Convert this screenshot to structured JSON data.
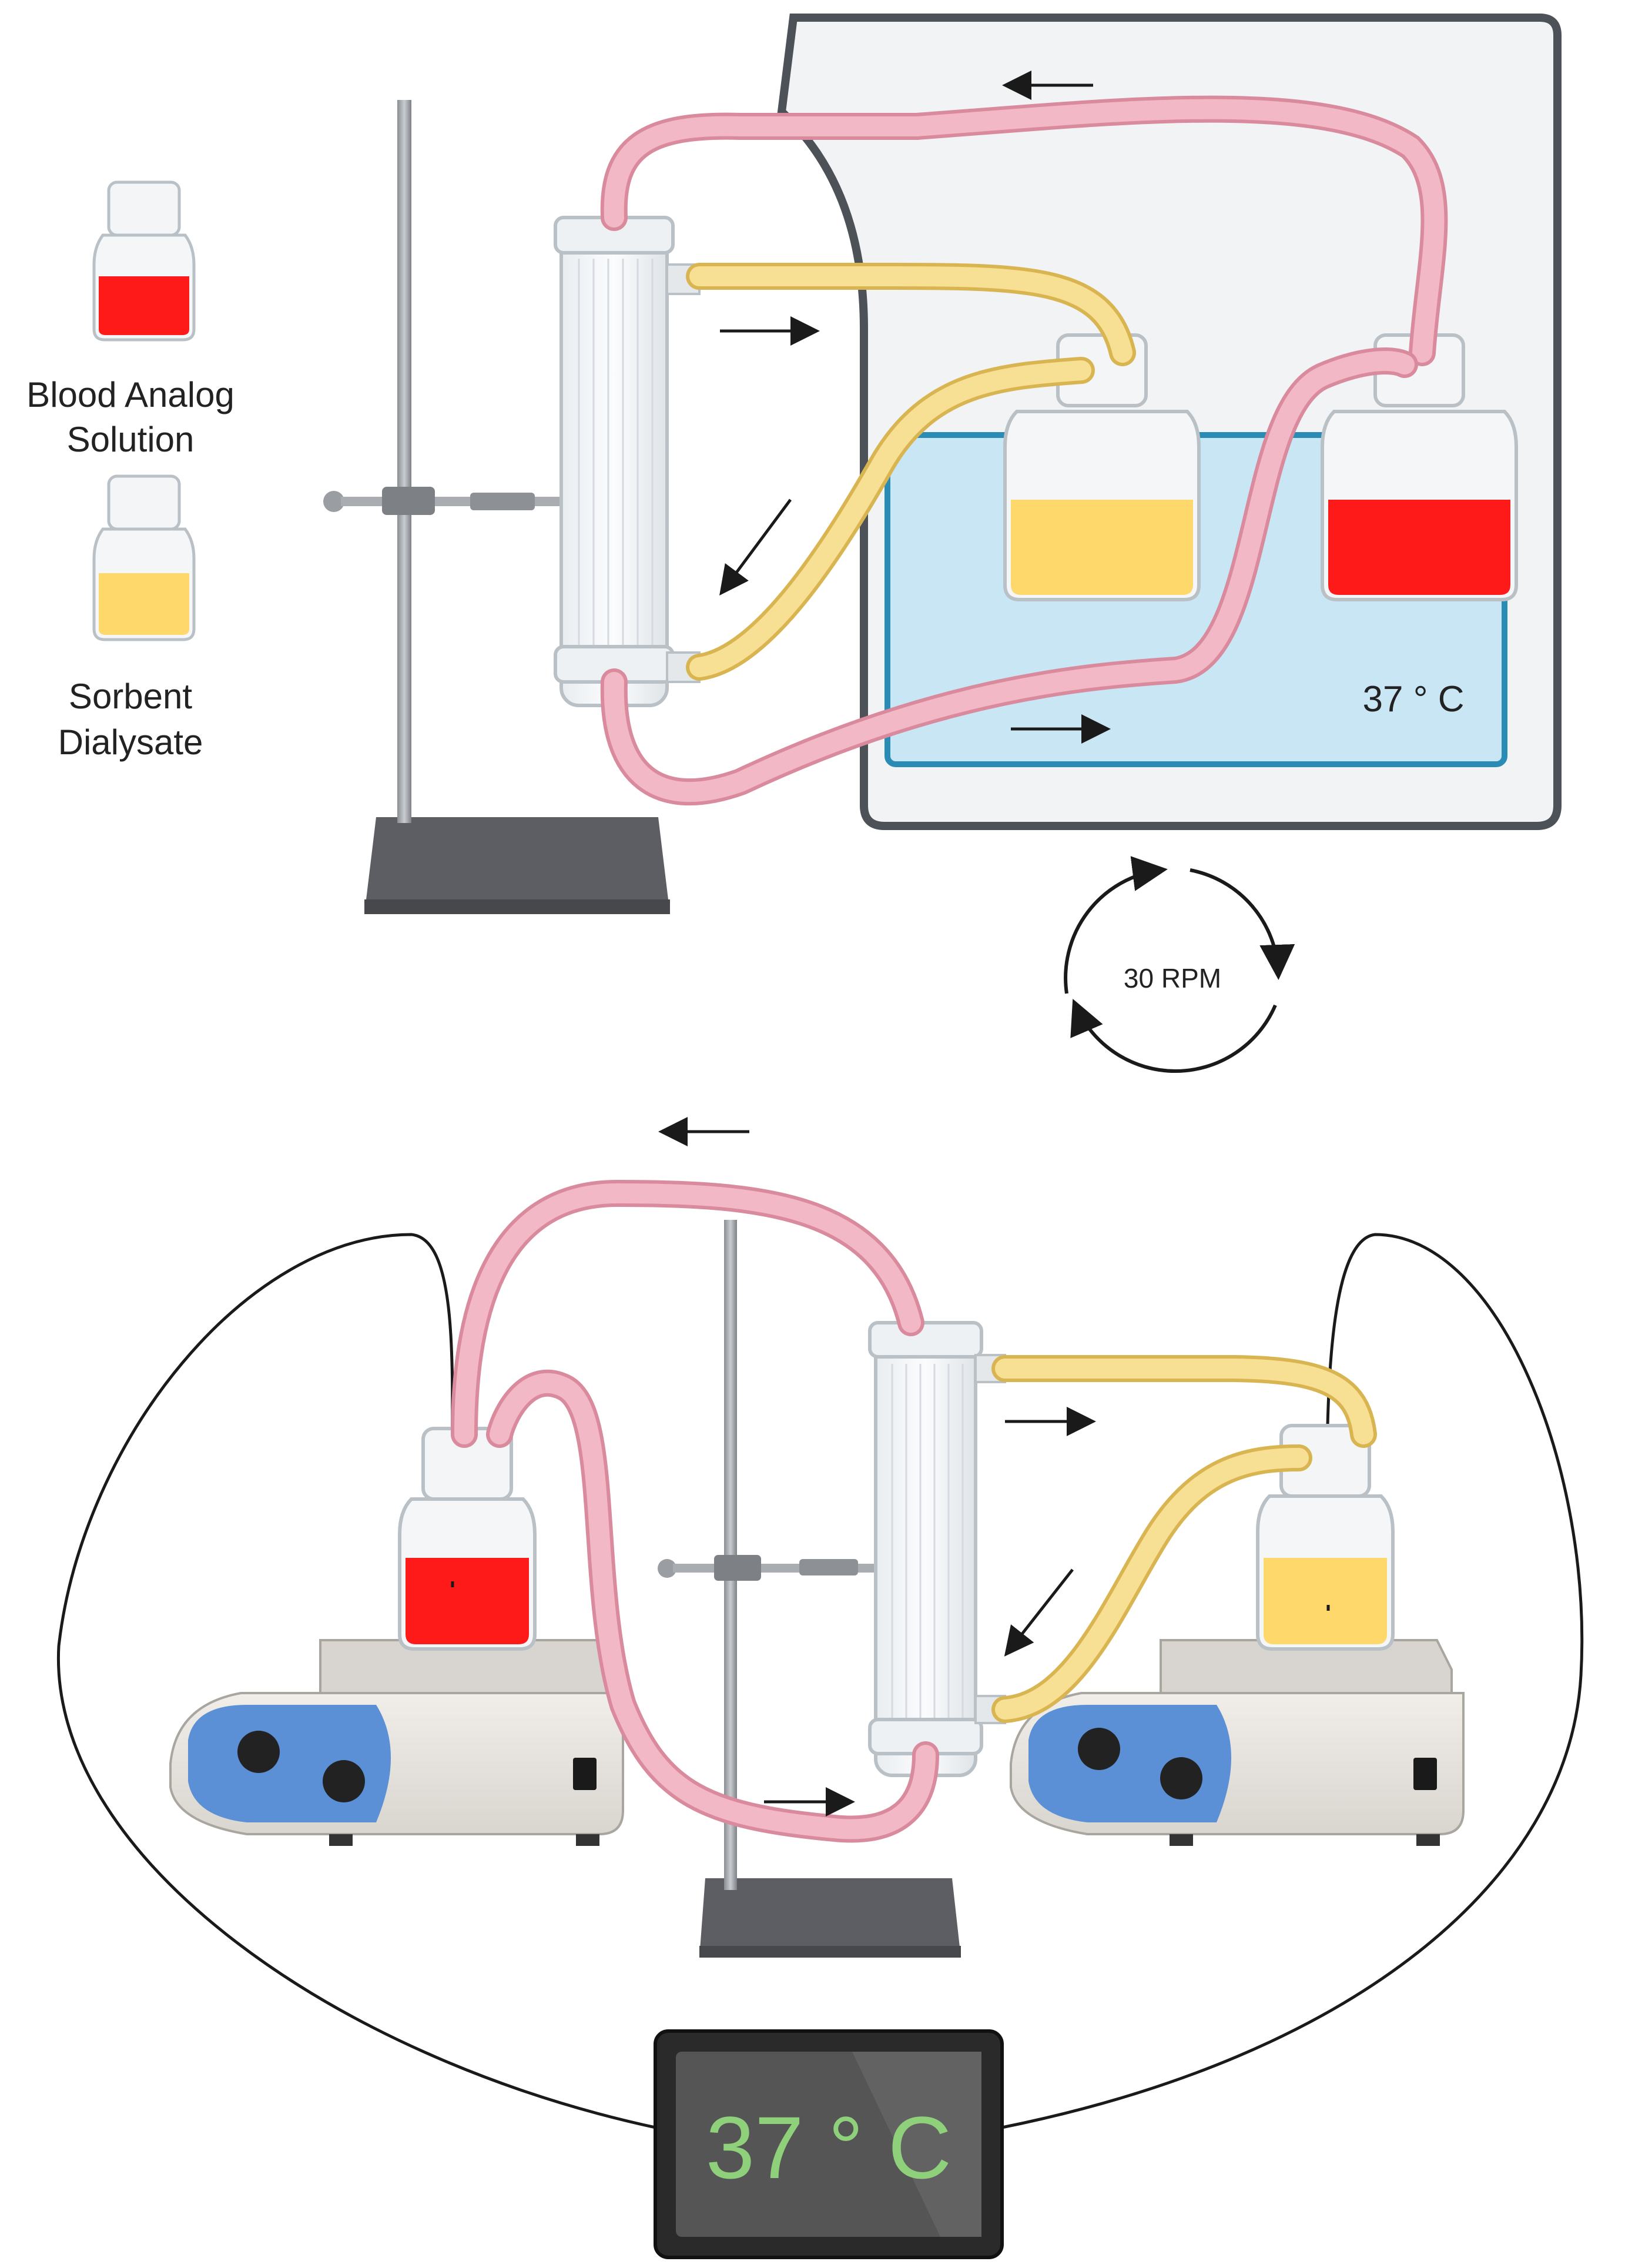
{
  "legend": {
    "blood_label_line1": "Blood Analog",
    "blood_label_line2": "Solution",
    "sorbent_label_line1": "Sorbent",
    "sorbent_label_line2": "Dialysate"
  },
  "top_setup": {
    "bath_temperature": "37 ° C",
    "rotation_speed": "30 RPM"
  },
  "bottom_setup": {
    "display_temperature": "37 ° C"
  },
  "colors": {
    "blood": "#ff1a1a",
    "blood_tube": "#f2b8c6",
    "blood_tube_edge": "#d98a9c",
    "dialysate": "#ffd86b",
    "dialysate_tube": "#f7df93",
    "dialysate_tube_edge": "#d9b552",
    "water": "#c9e6f5",
    "water_edge": "#2a8bb5",
    "display_bg": "#555555",
    "display_text": "#8fd07a",
    "stand": "#5c5e63",
    "hotplate_panel": "#5b8fd6"
  },
  "icons": [
    "stand-icon",
    "clamp-icon",
    "dialyzer-icon",
    "bottle-icon",
    "hotplate-icon",
    "thermocouple-icon",
    "rotation-arrow-icon",
    "flow-arrow-icon"
  ]
}
